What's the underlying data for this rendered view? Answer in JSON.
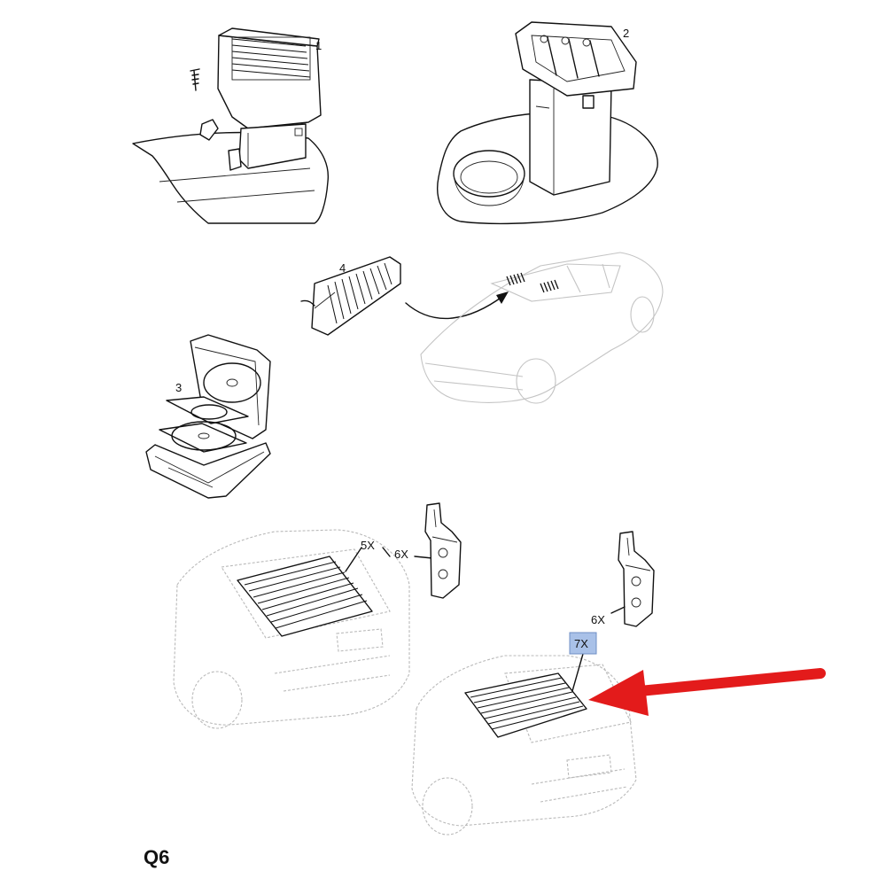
{
  "page_code": "Q6",
  "callouts": {
    "part_1": "1",
    "part_2": "2",
    "part_3": "3",
    "part_4": "4",
    "part_5_qty": "5X",
    "part_6_qty_a": "6X",
    "part_6_qty_b": "6X",
    "part_7_qty": "7X"
  },
  "highlight": {
    "callout": "part_7_qty",
    "box_color": "#a9c1e8",
    "arrow_color": "#e31b1b"
  },
  "colors": {
    "line": "#111111",
    "ghost_line": "#bdbdbd"
  }
}
